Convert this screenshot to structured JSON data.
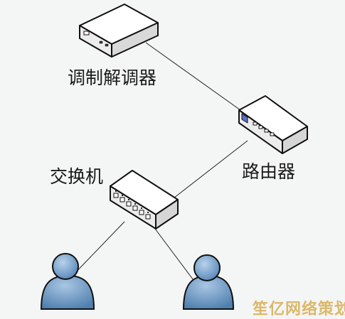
{
  "devices": {
    "modem": {
      "label": "调制解调器",
      "icon": "modem-icon"
    },
    "router": {
      "label": "路由器",
      "icon": "router-icon"
    },
    "switch": {
      "label": "交换机",
      "icon": "switch-icon"
    },
    "users": [
      {
        "icon": "user-icon"
      },
      {
        "icon": "user-icon"
      }
    ]
  },
  "watermark": "笙亿网络策划",
  "colors": {
    "background": "#f4f5f5",
    "device_top": "#ffffff",
    "device_side": "#e6e6e6",
    "outline": "#111111",
    "user_fill": "#7fa7cf",
    "user_shade": "#4f7fae",
    "router_port": "#5d6fc8",
    "watermark": "#d9b25a"
  }
}
